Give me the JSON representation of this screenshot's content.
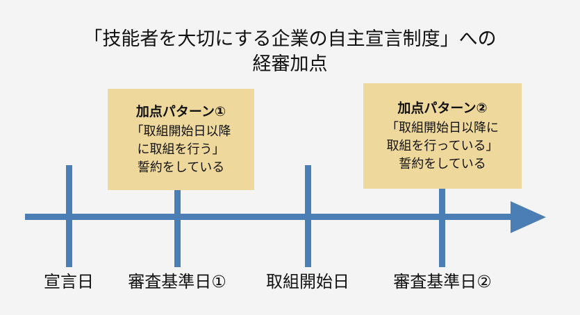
{
  "slide": {
    "background_color": "#f4f4f4",
    "title": "「技能者を大切にする企業の自主宣言制度」への\n経審加点"
  },
  "theme": {
    "axis_color": "#4A7EB5",
    "callout_fill": "#EFD89C",
    "text_color": "#111111"
  },
  "timeline": {
    "axis_label": "time-axis",
    "arrow_direction": "right",
    "points": [
      {
        "id": "declaration-date",
        "label": "宣言日"
      },
      {
        "id": "review-base-date-1",
        "label": "審査基準日①"
      },
      {
        "id": "initiative-start-date",
        "label": "取組開始日"
      },
      {
        "id": "review-base-date-2",
        "label": "審査基準日②"
      }
    ]
  },
  "callouts": [
    {
      "id": "scoring-pattern-1",
      "heading": "加点パターン①",
      "body": "「取組開始日以降\nに取組を行う」\n誓約をしている",
      "anchor_point": "review-base-date-1"
    },
    {
      "id": "scoring-pattern-2",
      "heading": "加点パターン②",
      "body": "「取組開始日以降に\n取組を行っている」\n誓約をしている",
      "anchor_point": "review-base-date-2"
    }
  ]
}
